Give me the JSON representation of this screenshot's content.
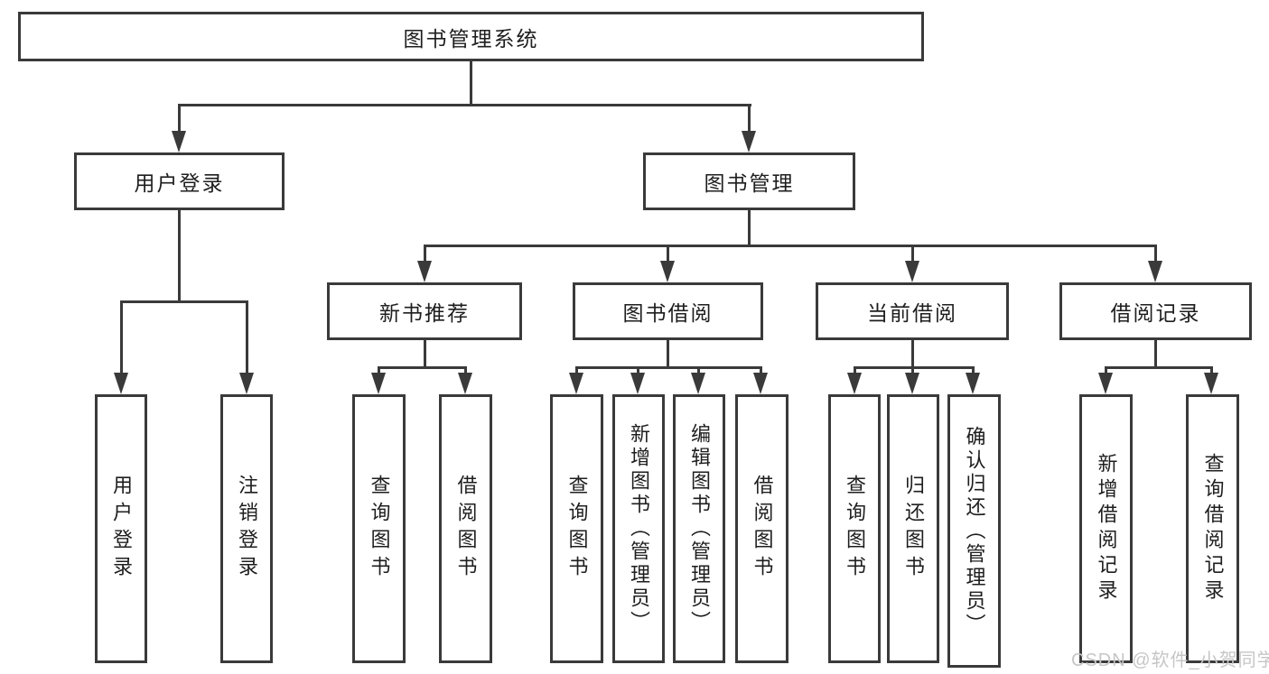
{
  "style": {
    "line_color": "#3a3a3a",
    "text_color": "#1e1e1e",
    "background_color": "#ffffff",
    "watermark_color": "#c6c6c6"
  },
  "watermark": {
    "text": "CSDN @软件_小贺同学"
  },
  "tree": {
    "root": {
      "label": "图书管理系统"
    },
    "branches": [
      {
        "label": "用户登录",
        "leaves": [
          {
            "label": "用户登录"
          },
          {
            "label": "注销登录"
          }
        ]
      },
      {
        "label": "图书管理",
        "groups": [
          {
            "label": "新书推荐",
            "leaves": [
              {
                "label": "查询图书"
              },
              {
                "label": "借阅图书"
              }
            ]
          },
          {
            "label": "图书借阅",
            "leaves": [
              {
                "label": "查询图书"
              },
              {
                "label": "新增图书（管理员）"
              },
              {
                "label": "编辑图书（管理员）"
              },
              {
                "label": "借阅图书"
              }
            ]
          },
          {
            "label": "当前借阅",
            "leaves": [
              {
                "label": "查询图书"
              },
              {
                "label": "归还图书"
              },
              {
                "label": "确认归还（管理员）"
              }
            ]
          },
          {
            "label": "借阅记录",
            "leaves": [
              {
                "label": "新增借阅记录"
              },
              {
                "label": "查询借阅记录"
              }
            ]
          }
        ]
      }
    ]
  }
}
